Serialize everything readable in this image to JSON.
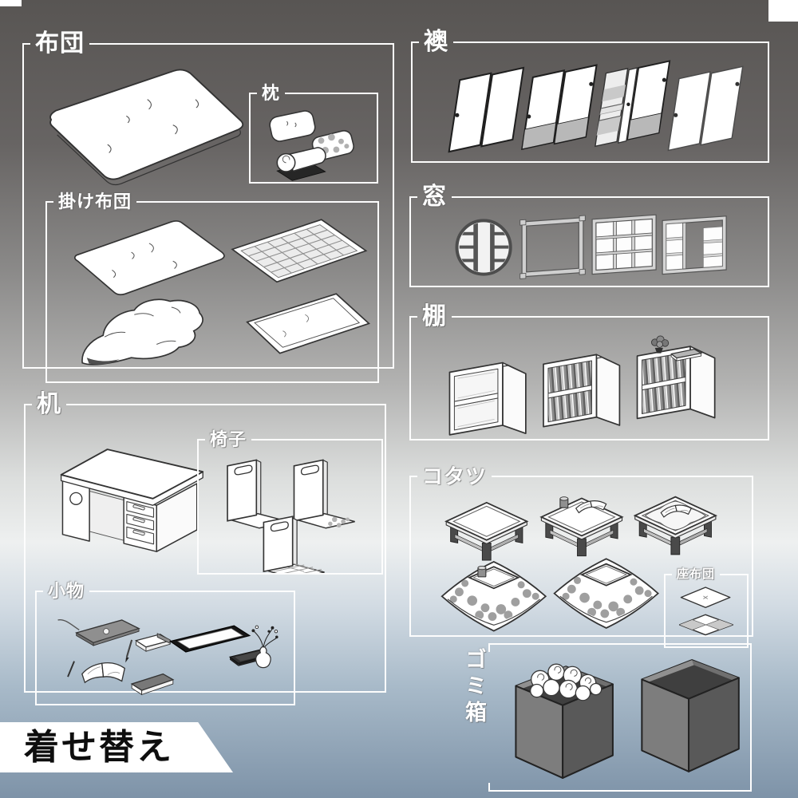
{
  "banner": {
    "label": "着せ替え"
  },
  "sections": {
    "futon": {
      "label": "布団"
    },
    "makura": {
      "label": "枕"
    },
    "kakebuton": {
      "label": "掛け布団"
    },
    "tsukue": {
      "label": "机"
    },
    "isu": {
      "label": "椅子"
    },
    "komono": {
      "label": "小物"
    },
    "fusuma": {
      "label": "襖"
    },
    "mado": {
      "label": "窓"
    },
    "tana": {
      "label": "棚"
    },
    "kotatsu": {
      "label": "コタツ"
    },
    "zabuton": {
      "label": "座布団"
    },
    "gomibako": {
      "label": "ゴミ箱"
    }
  },
  "colors": {
    "background_top": "#585553",
    "background_middle": "#eef0f0",
    "background_bottom": "#7e93a8",
    "box_border": "#fdfdfd",
    "label_text": "#ffffff",
    "banner_background": "#ffffff",
    "banner_text": "#0e0e0e",
    "line_art": "#333333",
    "shade_gray": "#b8b8b8",
    "dark_gray": "#595959"
  }
}
